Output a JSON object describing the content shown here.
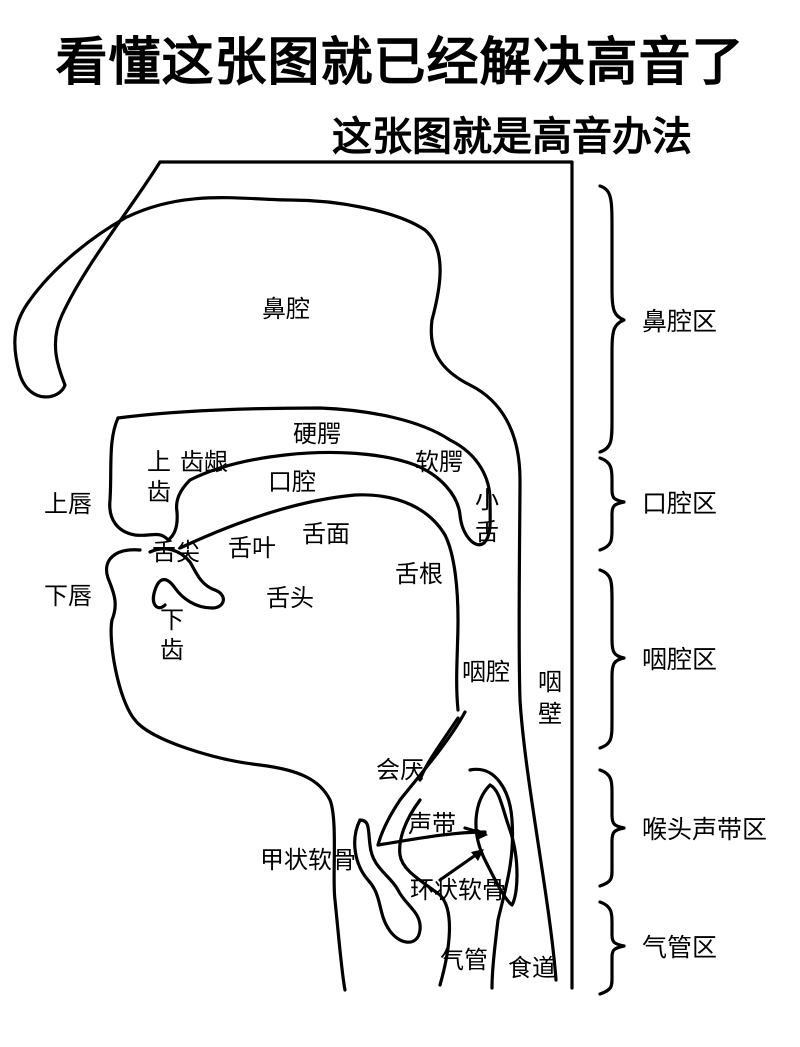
{
  "header": {
    "title": "看懂这张图就已经解决高音了",
    "subtitle": "这张图就是高音办法"
  },
  "labels": {
    "nasal_cavity": "鼻腔",
    "hard_palate": "硬腭",
    "upper_teeth_1": "上",
    "upper_teeth_2": "齿",
    "alveolar_ridge": "齿龈",
    "oral_cavity": "口腔",
    "soft_palate": "软腭",
    "uvula_1": "小",
    "uvula_2": "舌",
    "upper_lip": "上唇",
    "lower_lip": "下唇",
    "tongue_tip": "舌尖",
    "tongue_blade": "舌叶",
    "tongue_surface": "舌面",
    "tongue_root": "舌根",
    "tongue_body": "舌头",
    "lower_teeth_1": "下",
    "lower_teeth_2": "齿",
    "pharynx": "咽腔",
    "pharynx_wall_1": "咽",
    "pharynx_wall_2": "壁",
    "epiglottis": "会厌",
    "vocal_cords": "声带",
    "thyroid_cartilage": "甲状软骨",
    "cricoid_cartilage": "环状软骨",
    "trachea": "气管",
    "esophagus": "食道"
  },
  "zones": [
    {
      "label": "鼻腔区"
    },
    {
      "label": "口腔区"
    },
    {
      "label": "咽腔区"
    },
    {
      "label": "喉头声带区"
    },
    {
      "label": "气管区"
    }
  ]
}
